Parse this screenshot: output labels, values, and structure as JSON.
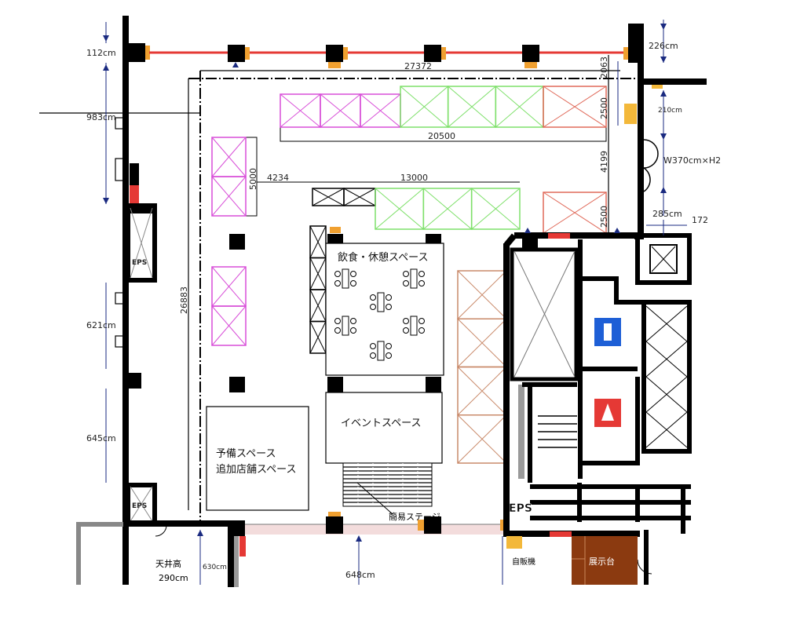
{
  "colors": {
    "wall": "#000000",
    "fire_shutter": "#e53935",
    "booth_magenta": "#d84fd8",
    "booth_green": "#7ee06a",
    "booth_red": "#e06a5a",
    "booth_brown": "#c98a6a",
    "column_accent": "#f0a030",
    "exhibit": "#8b3a10",
    "dimension": "#1a2a80"
  },
  "dimensions": {
    "top_left_gap": "112cm",
    "left_span_1": "983cm",
    "left_span_2": "621cm",
    "left_span_3": "645cm",
    "overall_width": "27372",
    "top_row_width": "20500",
    "aisle_offset": "4234",
    "middle_row_width": "13000",
    "left_block_height": "5000",
    "overall_height": "26883",
    "right_top": "2063",
    "right_booth_1": "2500",
    "right_aisle": "4199",
    "right_booth_2": "2500",
    "right_top_cm": "226cm",
    "right_small_cm": "210cm",
    "door_size": "W370cm×H2",
    "right_gap_cm": "285cm",
    "right_edge": "172",
    "bottom_left_cm": "630cm",
    "bottom_mid_cm": "648cm"
  },
  "areas": {
    "dining": "飲食・休憩スペース",
    "event": "イベントスペース",
    "reserve_line1": "予備スペース",
    "reserve_line2": "追加店舗スペース",
    "stage": "簡易ステージ",
    "eps": "EPS",
    "ceiling_label": "天井高",
    "ceiling_value": "290cm",
    "vending": "自販機",
    "exhibit": "展示台"
  },
  "icons": [
    "restroom-male-icon",
    "restroom-female-icon",
    "elevator-icon"
  ]
}
